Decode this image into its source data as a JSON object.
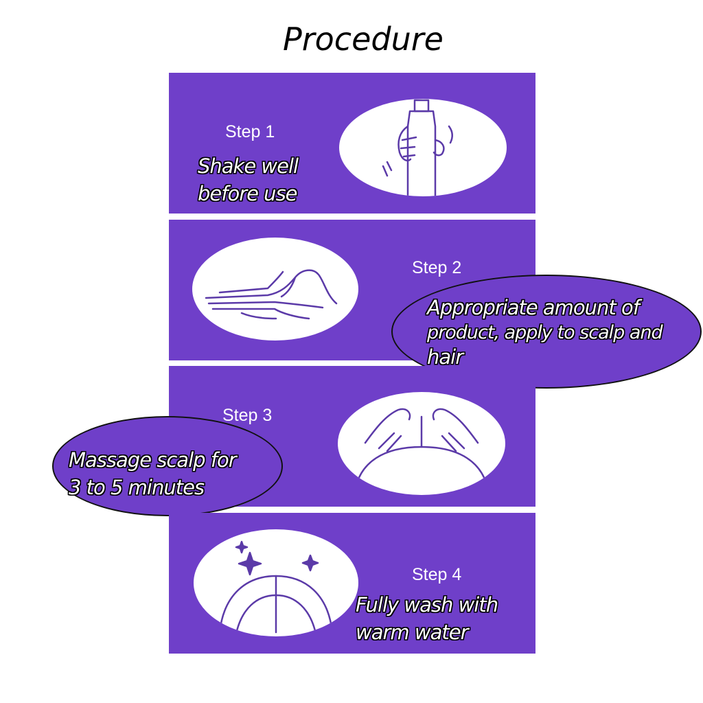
{
  "title": "Procedure",
  "steps": [
    {
      "label": "Step 1",
      "caption_line1": "Shake well",
      "caption_line2": "before use",
      "icon": "bottle-shake-icon"
    },
    {
      "label": "Step 2",
      "caption_line1": "Appropriate amount of",
      "caption_line2": "product, apply to scalp and",
      "caption_line3": "hair",
      "icon": "hands-apply-icon"
    },
    {
      "label": "Step 3",
      "caption_line1": "Massage scalp for",
      "caption_line2": "3 to 5 minutes",
      "icon": "scalp-massage-icon"
    },
    {
      "label": "Step 4",
      "caption_line1": "Fully wash with",
      "caption_line2": "warm water",
      "icon": "clean-scalp-icon"
    }
  ],
  "colors": {
    "panel": "#6f3fc9",
    "oval": "#ffffff",
    "line_art": "#5b3aa8"
  }
}
